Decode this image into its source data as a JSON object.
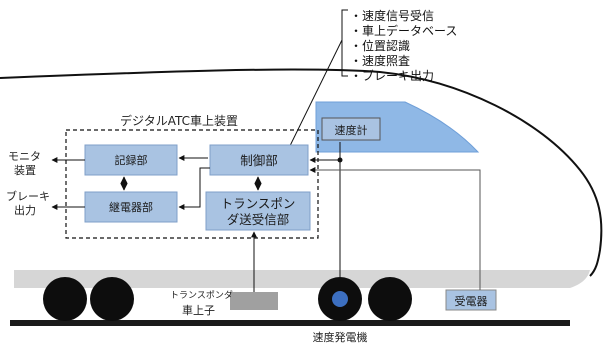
{
  "title": "デジタルATC車上装置",
  "functions": {
    "items": [
      "速度信号受信",
      "車上データベース",
      "位置認識",
      "速度照査",
      "ブレーキ出力"
    ],
    "bullet": "・"
  },
  "boxes": {
    "recorder": "記録部",
    "controller": "制御部",
    "relay": "継電器部",
    "transponder_line1": "トランスポン",
    "transponder_line2": "ダ送受信部",
    "speedometer": "速度計",
    "receiver": "受電器"
  },
  "outputs": {
    "monitor_line1": "モニタ",
    "monitor_line2": "装置",
    "brake_line1": "ブレーキ",
    "brake_line2": "出力"
  },
  "ground": {
    "transponder_line1": "トランスポンダ",
    "transponder_line2": "車上子",
    "generator": "速度発電機"
  },
  "colors": {
    "box_fill": "#a9c3e2",
    "box_stroke": "#7f9fc8",
    "window_fill": "#8fb8e6",
    "underbody": "#d6d6d6",
    "rail": "#1a1a1a",
    "gray_box": "#a0a0a0",
    "generator_hub": "#3c6fc0"
  }
}
